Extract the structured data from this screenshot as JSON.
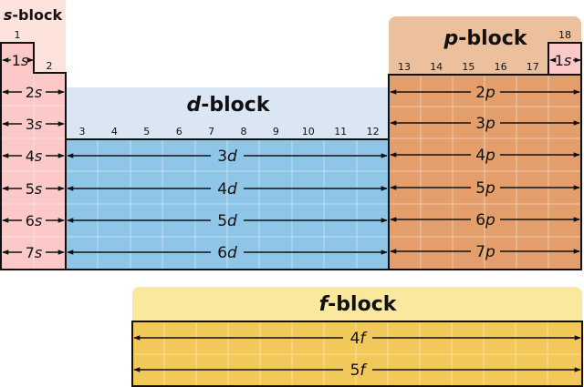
{
  "blocks": {
    "s": {
      "letter": "s",
      "suffix": "-block",
      "color": "#fcc8c8",
      "header_color": "#fde3dc"
    },
    "p": {
      "letter": "p",
      "suffix": "-block",
      "color": "#e39e6b",
      "header_color": "#ecc09c"
    },
    "d": {
      "letter": "d",
      "suffix": "-block",
      "color": "#8fc6e8",
      "header_color": "#dbe6f4"
    },
    "f": {
      "letter": "f",
      "suffix": "-block",
      "color": "#f3c85b",
      "header_color": "#fbe89f"
    }
  },
  "groups": {
    "g1": "1",
    "g2": "2",
    "d": [
      "3",
      "4",
      "5",
      "6",
      "7",
      "8",
      "9",
      "10",
      "11",
      "12"
    ],
    "p": [
      "13",
      "14",
      "15",
      "16",
      "17"
    ],
    "g18": "18"
  },
  "orbitals": {
    "s": [
      {
        "n": "1",
        "l": "s"
      },
      {
        "n": "2",
        "l": "s"
      },
      {
        "n": "3",
        "l": "s"
      },
      {
        "n": "4",
        "l": "s"
      },
      {
        "n": "5",
        "l": "s"
      },
      {
        "n": "6",
        "l": "s"
      },
      {
        "n": "7",
        "l": "s"
      }
    ],
    "he": {
      "n": "1",
      "l": "s"
    },
    "p": [
      {
        "n": "2",
        "l": "p"
      },
      {
        "n": "3",
        "l": "p"
      },
      {
        "n": "4",
        "l": "p"
      },
      {
        "n": "5",
        "l": "p"
      },
      {
        "n": "6",
        "l": "p"
      },
      {
        "n": "7",
        "l": "p"
      }
    ],
    "d": [
      {
        "n": "3",
        "l": "d"
      },
      {
        "n": "4",
        "l": "d"
      },
      {
        "n": "5",
        "l": "d"
      },
      {
        "n": "6",
        "l": "d"
      }
    ],
    "f": [
      {
        "n": "4",
        "l": "f"
      },
      {
        "n": "5",
        "l": "f"
      }
    ]
  }
}
